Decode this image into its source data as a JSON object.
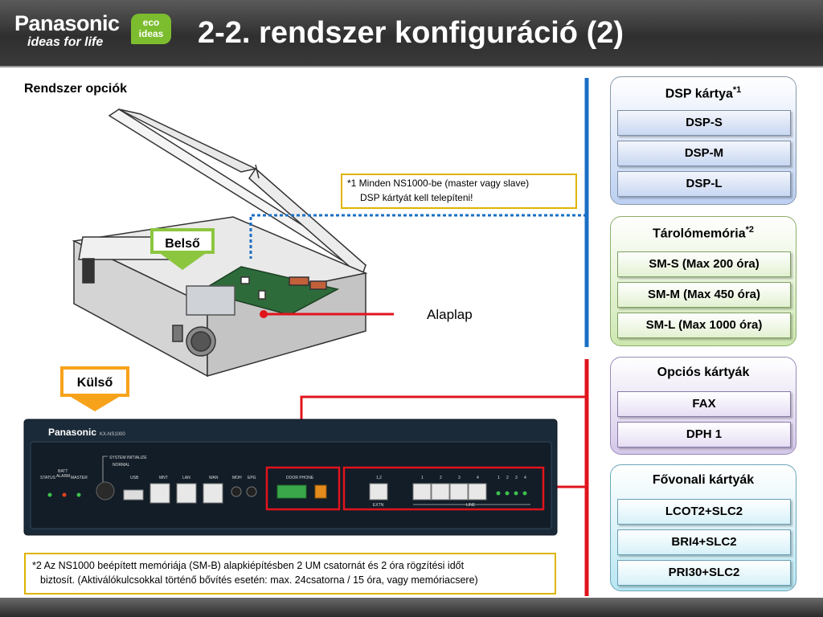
{
  "header": {
    "brand": "Panasonic",
    "tagline": "ideas for life",
    "eco_line1": "eco",
    "eco_line2": "ideas",
    "title": "2-2. rendszer konfiguráció (2)"
  },
  "subtitle": "Rendszer opciók",
  "labels": {
    "belso": "Belső",
    "kulso": "Külső",
    "alaplap": "Alaplap"
  },
  "notes": {
    "note1_line1": "*1 Minden NS1000-be (master vagy slave)",
    "note1_line2": "DSP kártyát kell telepíteni!",
    "note2_line1": "*2 Az NS1000 beépített memóriája (SM-B) alapkiépítésben 2 UM csatornát és 2 óra rögzítési időt",
    "note2_line2": "biztosít. (Aktiválókulcsokkal történő bővítés esetén: max. 24csatorna / 15 óra, vagy memóriacsere)"
  },
  "front_panel": {
    "brand": "Panasonic",
    "model": "KX-NS1000",
    "system_initialize": "SYSTEM INITIALIZE",
    "normal": "NORMAL",
    "batt_alarm_1": "BATT",
    "batt_alarm_2": "ALARM",
    "status": "STATUS",
    "master": "MASTER",
    "usb": "USB",
    "mnt": "MNT",
    "lan": "LAN",
    "wan": "WAN",
    "moh": "MOH",
    "epg": "EPG",
    "door_phone": "DOOR PHONE",
    "extn_ports": "1,2",
    "extn": "EXTN",
    "line": "LINE",
    "port_nums": [
      "1",
      "2",
      "3",
      "4"
    ]
  },
  "groups": {
    "dsp": {
      "title": "DSP kártya",
      "sup": "*1",
      "items": [
        "DSP-S",
        "DSP-M",
        "DSP-L"
      ]
    },
    "storage": {
      "title": "Tárolómemória",
      "sup": "*2",
      "items": [
        "SM-S (Max 200 óra)",
        "SM-M (Max 450 óra)",
        "SM-L (Max 1000 óra)"
      ]
    },
    "options": {
      "title": "Opciós kártyák",
      "items": [
        "FAX",
        "DPH 1"
      ]
    },
    "trunk": {
      "title": "Fővonali kártyák",
      "items": [
        "LCOT2+SLC2",
        "BRI4+SLC2",
        "PRI30+SLC2"
      ]
    }
  },
  "colors": {
    "blue_connector": "#1a6fc4",
    "red_connector": "#e0141c",
    "belso_border": "#8cc63f",
    "kulso_border": "#f7a21b",
    "note_border": "#e0b400"
  }
}
